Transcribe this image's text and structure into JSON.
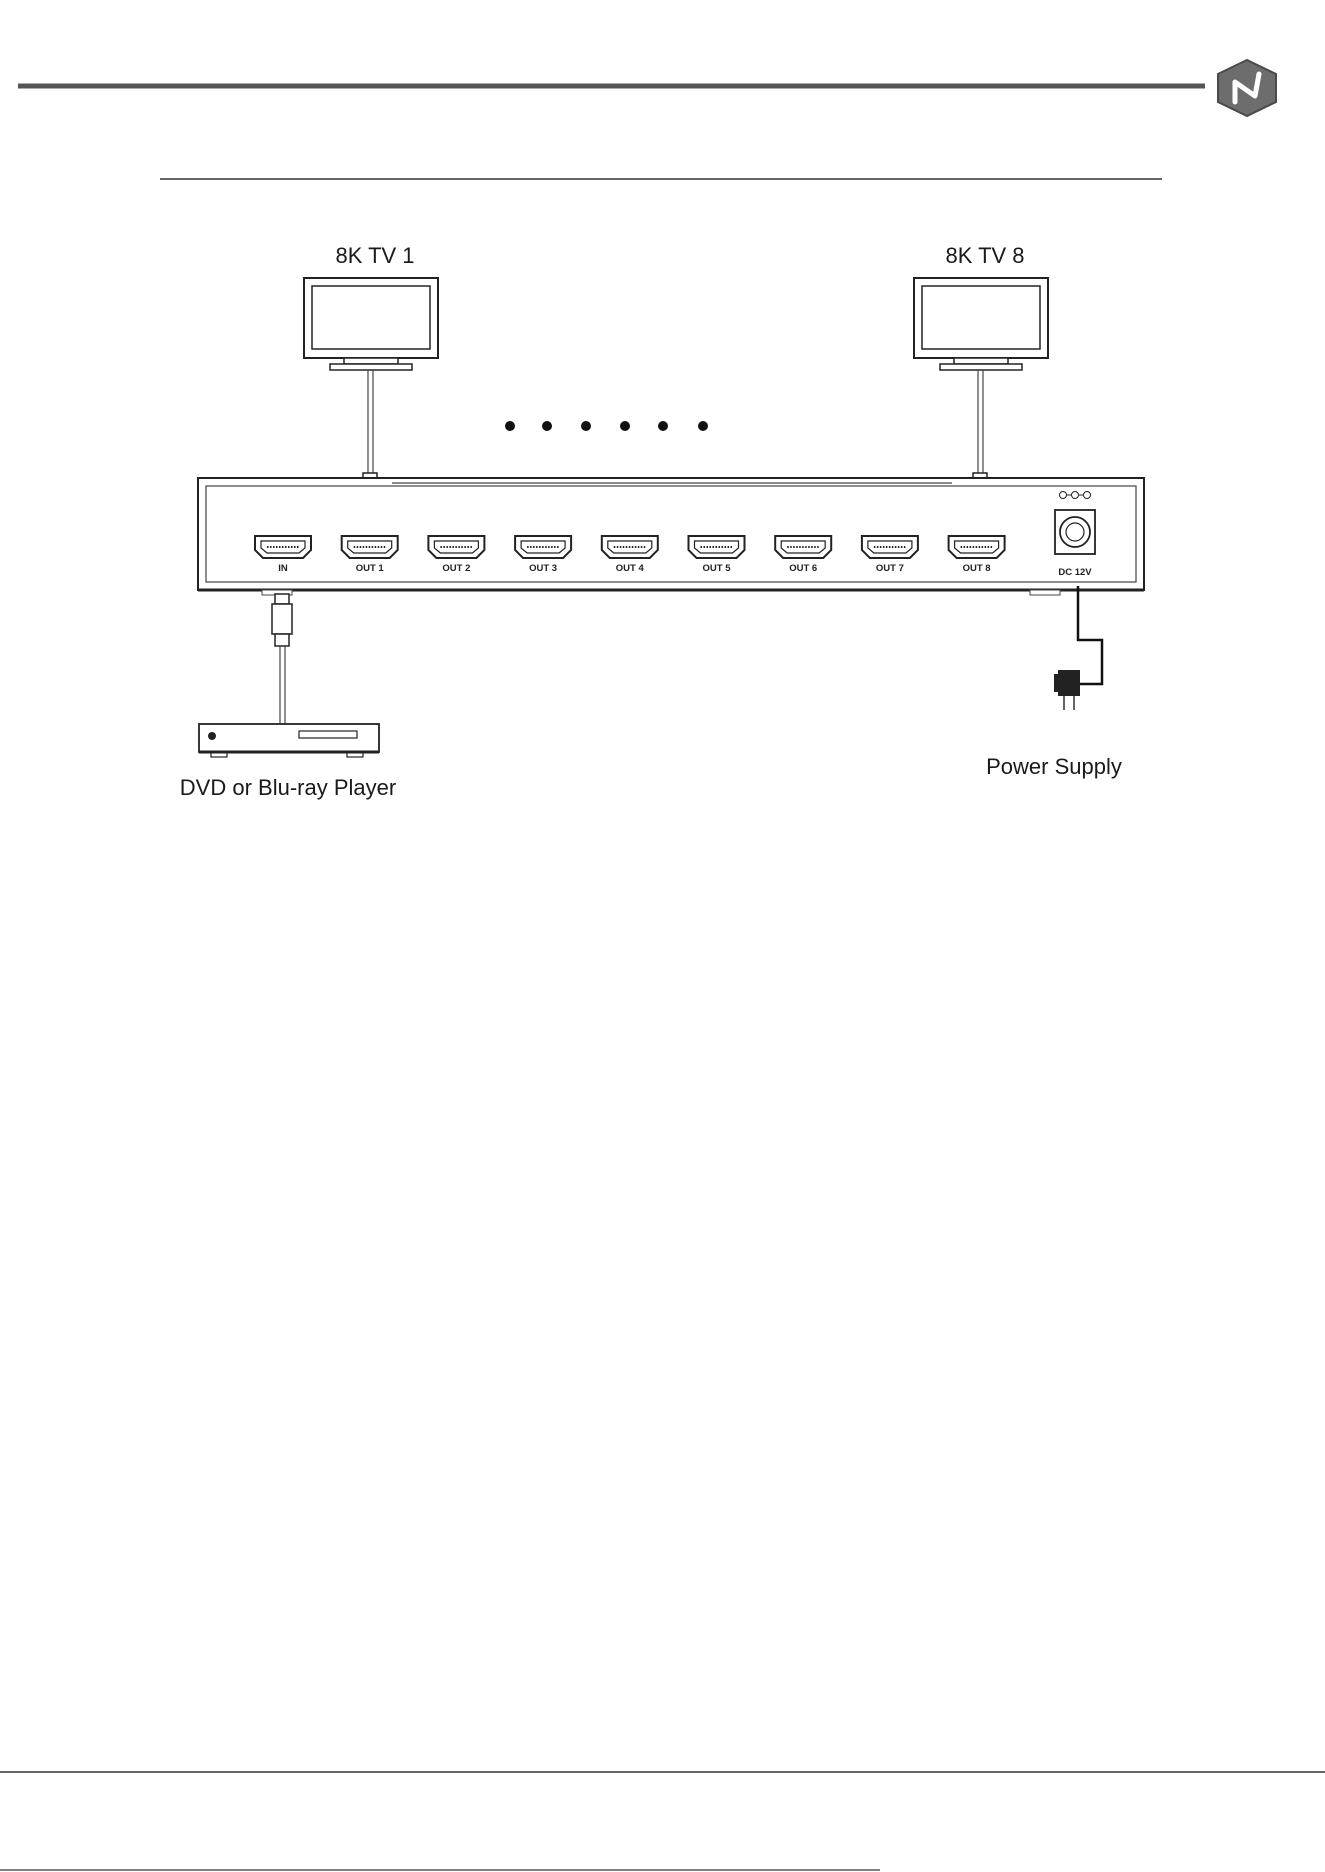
{
  "devices": {
    "tv_left": "8K TV 1",
    "tv_right": "8K TV 8",
    "source": "DVD or Blu-ray Player",
    "power": "Power Supply"
  },
  "ports": {
    "input": "IN",
    "outputs": [
      "OUT 1",
      "OUT 2",
      "OUT 3",
      "OUT 4",
      "OUT 5",
      "OUT 6",
      "OUT 7",
      "OUT 8"
    ],
    "dc": "DC 12V"
  },
  "colors": {
    "line": "#3a3a3a",
    "logo": "#6d6d6d"
  },
  "icons": [
    "brand-logo-icon",
    "tv-icon",
    "hdmi-port-icon",
    "hdmi-plug-icon",
    "dc-jack-icon",
    "power-adapter-icon",
    "player-icon"
  ]
}
